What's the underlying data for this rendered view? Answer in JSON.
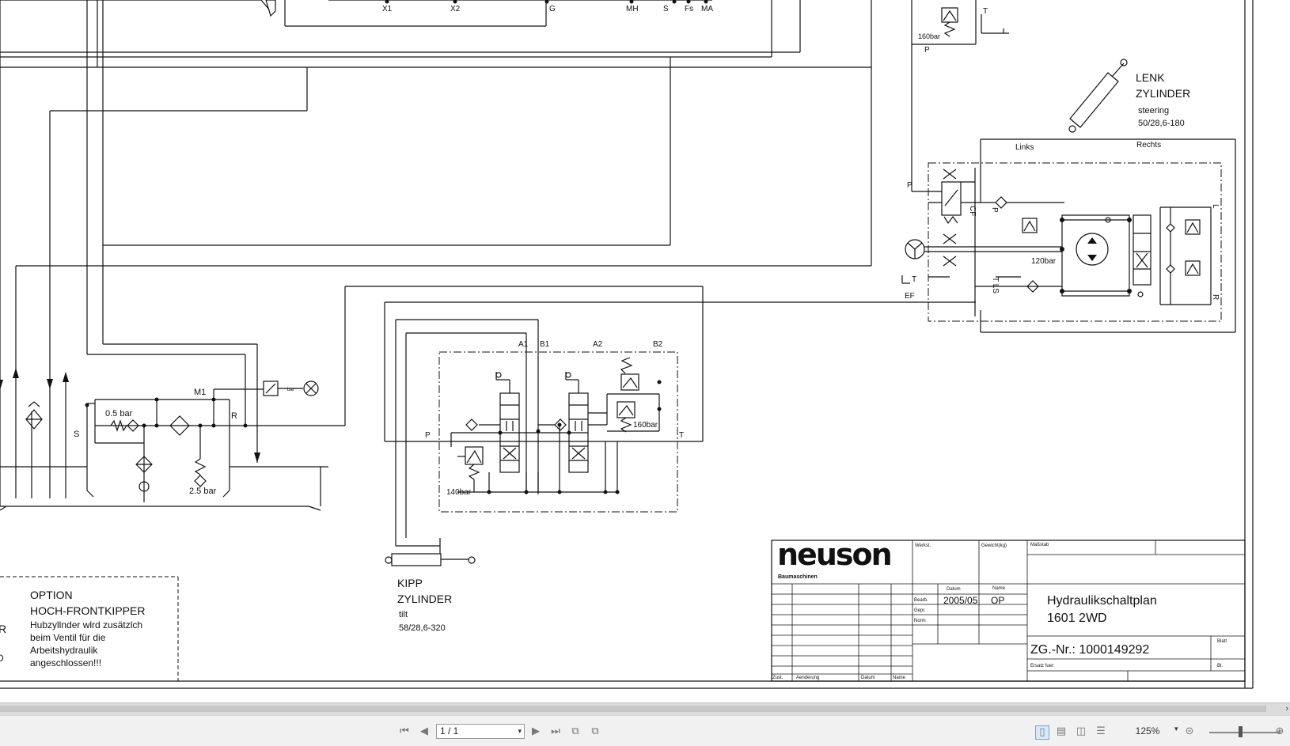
{
  "colors": {
    "ink": "#111111",
    "statusbar_bg": "#f1f1f1",
    "scroll_bg": "#dcdcdc"
  },
  "top_ports": [
    "X1",
    "X2",
    "G",
    "MH",
    "S",
    "Fs",
    "MA"
  ],
  "steering_valve": {
    "relief_top": "160bar",
    "port_t_top": "T",
    "port_p_top": "P",
    "cylinder_title_1": "LENK",
    "cylinder_title_2": "ZYLINDER",
    "cylinder_en": "steering",
    "cylinder_spec": "50/28,6-180",
    "links": "Links",
    "rechts": "Rechts",
    "p": "P",
    "cf": "CF",
    "p2": "P",
    "t": "T",
    "ls": "T LS",
    "ef": "EF",
    "l": "L",
    "r": "R",
    "relief_unit": "120bar"
  },
  "control_valve": {
    "a1": "A1",
    "b1": "B1",
    "a2": "A2",
    "b2": "B2",
    "p": "P",
    "t": "T",
    "relief_main": "140bar",
    "relief_sec": "160bar"
  },
  "filter_block": {
    "m1": "M1",
    "r": "R",
    "s": "S",
    "bar_05": "0.5 bar",
    "bar_25": "2.5 bar",
    "gauge_label": "bar"
  },
  "tilt_cylinder": {
    "title_1": "KIPP",
    "title_2": "ZYLINDER",
    "en": "tilt",
    "spec": "58/28,6-320"
  },
  "option_box": {
    "title_1": "OPTION",
    "title_2": "HOCH-FRONTKIPPER",
    "line_1": "Hubzyllnder wlrd zusätzlch",
    "line_2": "beim Ventil für die",
    "line_3": "Arbeitshydraulik",
    "line_4": "angeschlossen!!!",
    "edge_1": "R",
    "edge_2": "D"
  },
  "title_block": {
    "logo": "neuson",
    "logo_sub": "Baumaschinen",
    "werkst": "Werkst.",
    "gewicht": "Gewicht(kg)",
    "massstab": "Maßstab",
    "datum": "Datum",
    "name": "Name",
    "bearb": "Bearb.",
    "gepr": "Gepr.",
    "norm": "Norm",
    "date_value": "2005/05",
    "name_value": "OP",
    "title_1": "Hydraulikschaltplan",
    "title_2": "1601 2WD",
    "zg_nr": "ZG.-Nr.: 1000149292",
    "ersatz_fuer": "Ersatz fuer:",
    "blatt": "Blatt",
    "bl": "Bl.",
    "zust": "Zust.",
    "aenderung": "Aenderung",
    "datum_col": "Datum",
    "name_col": "Name"
  },
  "viewer": {
    "page_indicator": "1 / 1",
    "zoom": "125%"
  }
}
